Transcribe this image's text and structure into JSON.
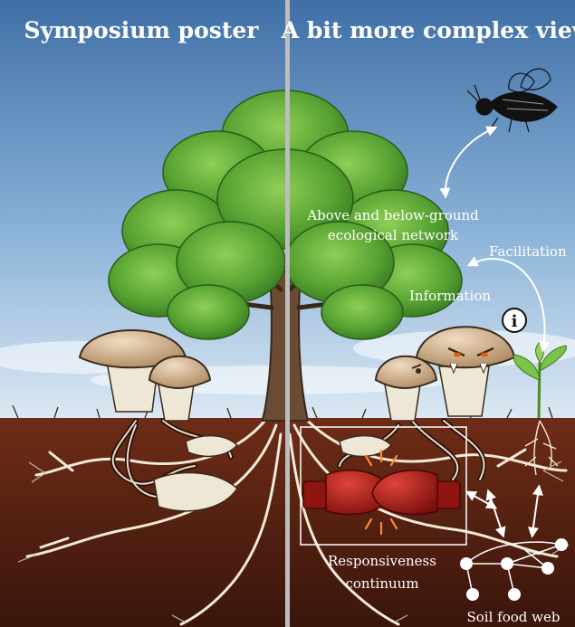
{
  "panels": {
    "left_title": "Symposium poster",
    "right_title": "A bit more complex view"
  },
  "labels": {
    "network": [
      "Above and below-ground",
      "ecological network"
    ],
    "facilitation": "Facilitation",
    "information": "Information",
    "info_symbol": "i",
    "responsiveness": [
      "Responsiveness",
      "continuum"
    ],
    "soil_food_web": "Soil food web"
  },
  "colors": {
    "sky_top": "#4a78ad",
    "sky_bottom": "#c9ddef",
    "soil_top": "#6b2a17",
    "soil_bottom": "#3a150b",
    "divider": "#bdbdbd",
    "foliage": "#5aa634",
    "glove": "#b01c14"
  }
}
